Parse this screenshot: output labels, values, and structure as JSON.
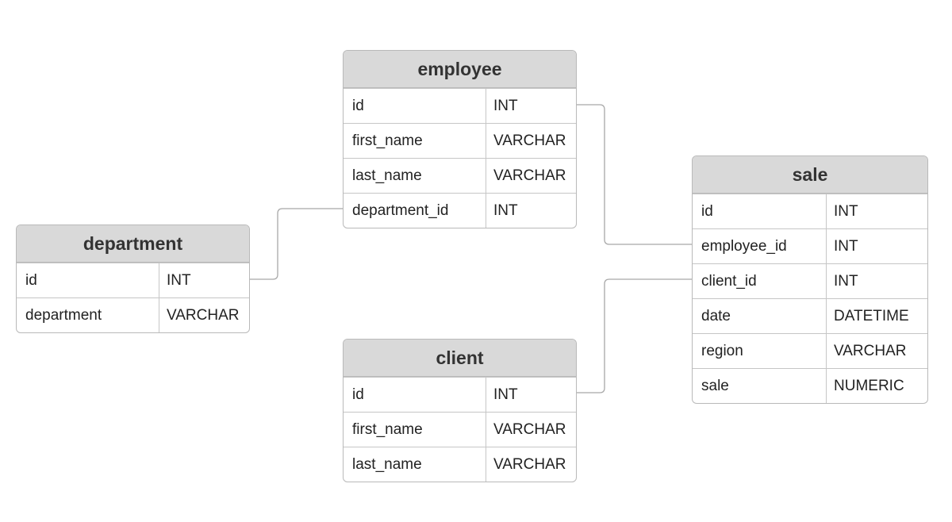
{
  "entities": {
    "employee": {
      "title": "employee",
      "rows": [
        {
          "name": "id",
          "type": "INT"
        },
        {
          "name": "first_name",
          "type": "VARCHAR"
        },
        {
          "name": "last_name",
          "type": "VARCHAR"
        },
        {
          "name": "department_id",
          "type": "INT"
        }
      ]
    },
    "department": {
      "title": "department",
      "rows": [
        {
          "name": "id",
          "type": "INT"
        },
        {
          "name": "department",
          "type": "VARCHAR"
        }
      ]
    },
    "client": {
      "title": "client",
      "rows": [
        {
          "name": "id",
          "type": "INT"
        },
        {
          "name": "first_name",
          "type": "VARCHAR"
        },
        {
          "name": "last_name",
          "type": "VARCHAR"
        }
      ]
    },
    "sale": {
      "title": "sale",
      "rows": [
        {
          "name": "id",
          "type": "INT"
        },
        {
          "name": "employee_id",
          "type": "INT"
        },
        {
          "name": "client_id",
          "type": "INT"
        },
        {
          "name": "date",
          "type": "DATETIME"
        },
        {
          "name": "region",
          "type": "VARCHAR"
        },
        {
          "name": "sale",
          "type": "NUMERIC"
        }
      ]
    }
  },
  "relationships": [
    {
      "from": "department.id",
      "to": "employee.department_id"
    },
    {
      "from": "employee.id",
      "to": "sale.employee_id"
    },
    {
      "from": "client.id",
      "to": "sale.client_id"
    }
  ],
  "colors": {
    "header_fill": "#d9d9d9",
    "border": "#b9b9b9",
    "connector": "#a8a8a8",
    "text": "#222222"
  }
}
